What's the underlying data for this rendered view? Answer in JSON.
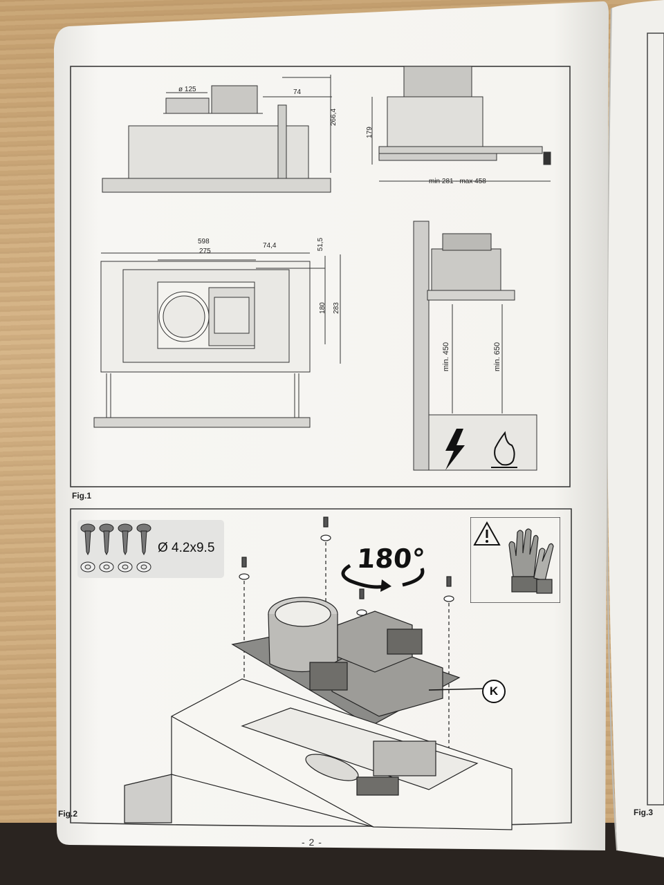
{
  "page_number": "- 2 -",
  "figures": {
    "fig1": {
      "label": "Fig.1",
      "dimensions": {
        "duct_diameter": "ø 125",
        "offset_74": "74",
        "height_266": "266,4",
        "depth_179": "179",
        "width_range": "min 281 - max 458",
        "width_598": "598",
        "width_275": "275",
        "offset_74_4": "74,4",
        "top_51_5": "51,5",
        "height_180": "180",
        "height_283": "283",
        "clear_450": "min. 450",
        "clear_650": "min. 650"
      },
      "icons": [
        "electric-bolt-icon",
        "flame-icon"
      ]
    },
    "fig2": {
      "label": "Fig.2",
      "screw_spec": "Ø 4.2x9.5",
      "rotation": "180°",
      "component_label": "K",
      "icons": [
        "warning-icon",
        "gloves-icon",
        "rotate-arrow-icon"
      ]
    },
    "fig3": {
      "label": "Fig.3"
    }
  }
}
